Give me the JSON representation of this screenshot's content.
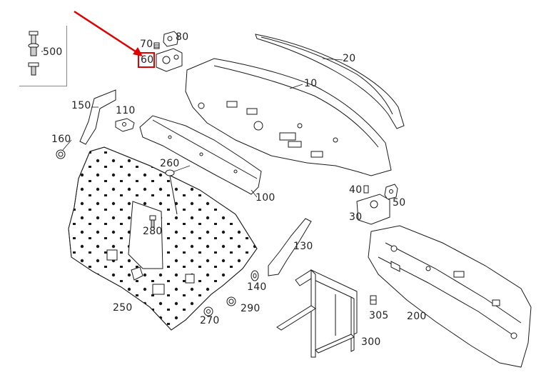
{
  "diagram": {
    "labels": {
      "l500": "500",
      "l70": "70",
      "l80": "80",
      "l60": "60",
      "l20": "20",
      "l10": "10",
      "l150": "150",
      "l110": "110",
      "l160": "160",
      "l260": "260",
      "l100": "100",
      "l40": "40",
      "l50": "50",
      "l30": "30",
      "l280": "280",
      "l130": "130",
      "l140": "140",
      "l250": "250",
      "l290": "290",
      "l270": "270",
      "l305": "305",
      "l200": "200",
      "l300": "300"
    },
    "highlighted_part": "60",
    "colors": {
      "line": "#1a1a1a",
      "highlight": "#e00000"
    }
  }
}
